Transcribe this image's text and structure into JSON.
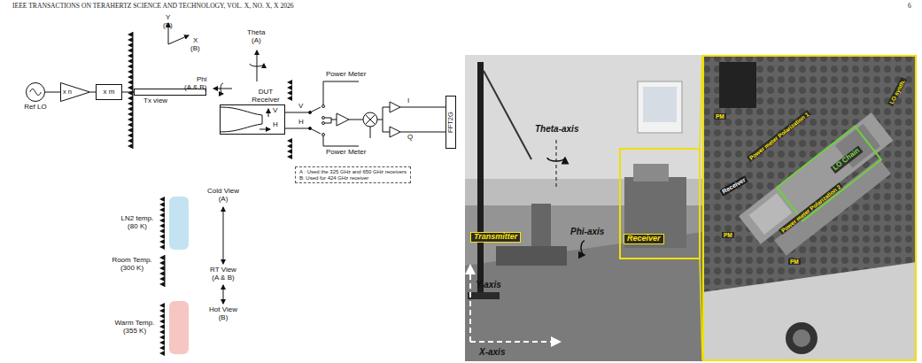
{
  "diagram": {
    "nodes": [
      {
        "text": [
          "Ref LO"
        ]
      },
      {
        "text": [
          "x n"
        ]
      },
      {
        "text": [
          "x m"
        ]
      },
      {
        "text": [
          "Tx view"
        ]
      },
      {
        "text": [
          "DUT Receiver"
        ]
      },
      {
        "text": [
          "FFT2G"
        ]
      },
      {
        "text": [
          "LN2 temp. (80 K)"
        ]
      },
      {
        "text": [
          "Warm Temp. (355 K)"
        ]
      },
      {
        "text": [
          "A : Used the 325 GHz and 650 GHz receivers",
          "B: Used for 424 GHz receiver"
        ]
      }
    ],
    "edges": [
      {
        "from": 0,
        "to": 1,
        "arrow": "none"
      },
      {
        "from": 1,
        "to": 2,
        "arrow": "none"
      },
      {
        "from": 2,
        "to": 3,
        "arrow": "none"
      }
    ],
    "labels": [
      "IEEE TRANSACTIONS ON TERAHERTZ SCIENCE AND TECHNOLOGY, VOL. X, NO. X, X 2026",
      "6",
      "Y",
      "(B)",
      "X",
      "(B)",
      "Theta",
      "(A)",
      "Phi",
      "(A & B)",
      "V",
      "H",
      "V",
      "H",
      "Power Meter",
      "Power Meter",
      "I",
      "Q",
      "Cold View (A)",
      "Room Temp. (300 K)",
      "RT View (A & B)",
      "Hot View (B)",
      "Theta-axis",
      "Transmitter",
      "Phi-axis",
      "Receiver",
      "Y-axis",
      "X-axis",
      "PM",
      "Power meter Polarization 1",
      "LO synth.",
      "Receiver",
      "LO Chain",
      "PM",
      "Power meter Polarization 2",
      "PM"
    ]
  }
}
